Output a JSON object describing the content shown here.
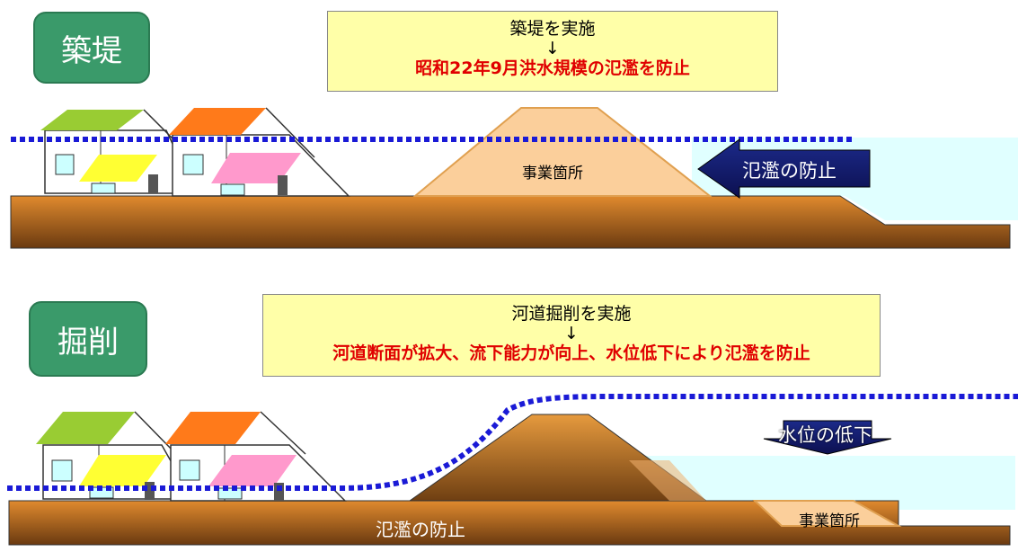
{
  "top": {
    "badge": "築堤",
    "note_line1": "築堤を実施",
    "note_arrow": "↓",
    "note_line2": "昭和22年9月洪水規模の氾濫を防止",
    "project_label": "事業箇所",
    "arrow_label": "氾濫の防止"
  },
  "bottom": {
    "badge": "掘削",
    "note_line1": "河道掘削を実施",
    "note_arrow": "↓",
    "note_line2": "河道断面が拡大、流下能力が向上、水位低下により氾濫を防止",
    "ground_label": "氾濫の防止",
    "project_label": "事業箇所",
    "arrow_label": "水位の低下"
  },
  "colors": {
    "badge": "#3a9a6a",
    "note_bg": "#ffffa8",
    "emphasis_red": "#e00000",
    "ground": "#b8651e",
    "water": "#e0ffff",
    "water_level": "#1a1ad6",
    "embankment_top": "#fbcf9b",
    "arrow": "#1a1a7a"
  }
}
